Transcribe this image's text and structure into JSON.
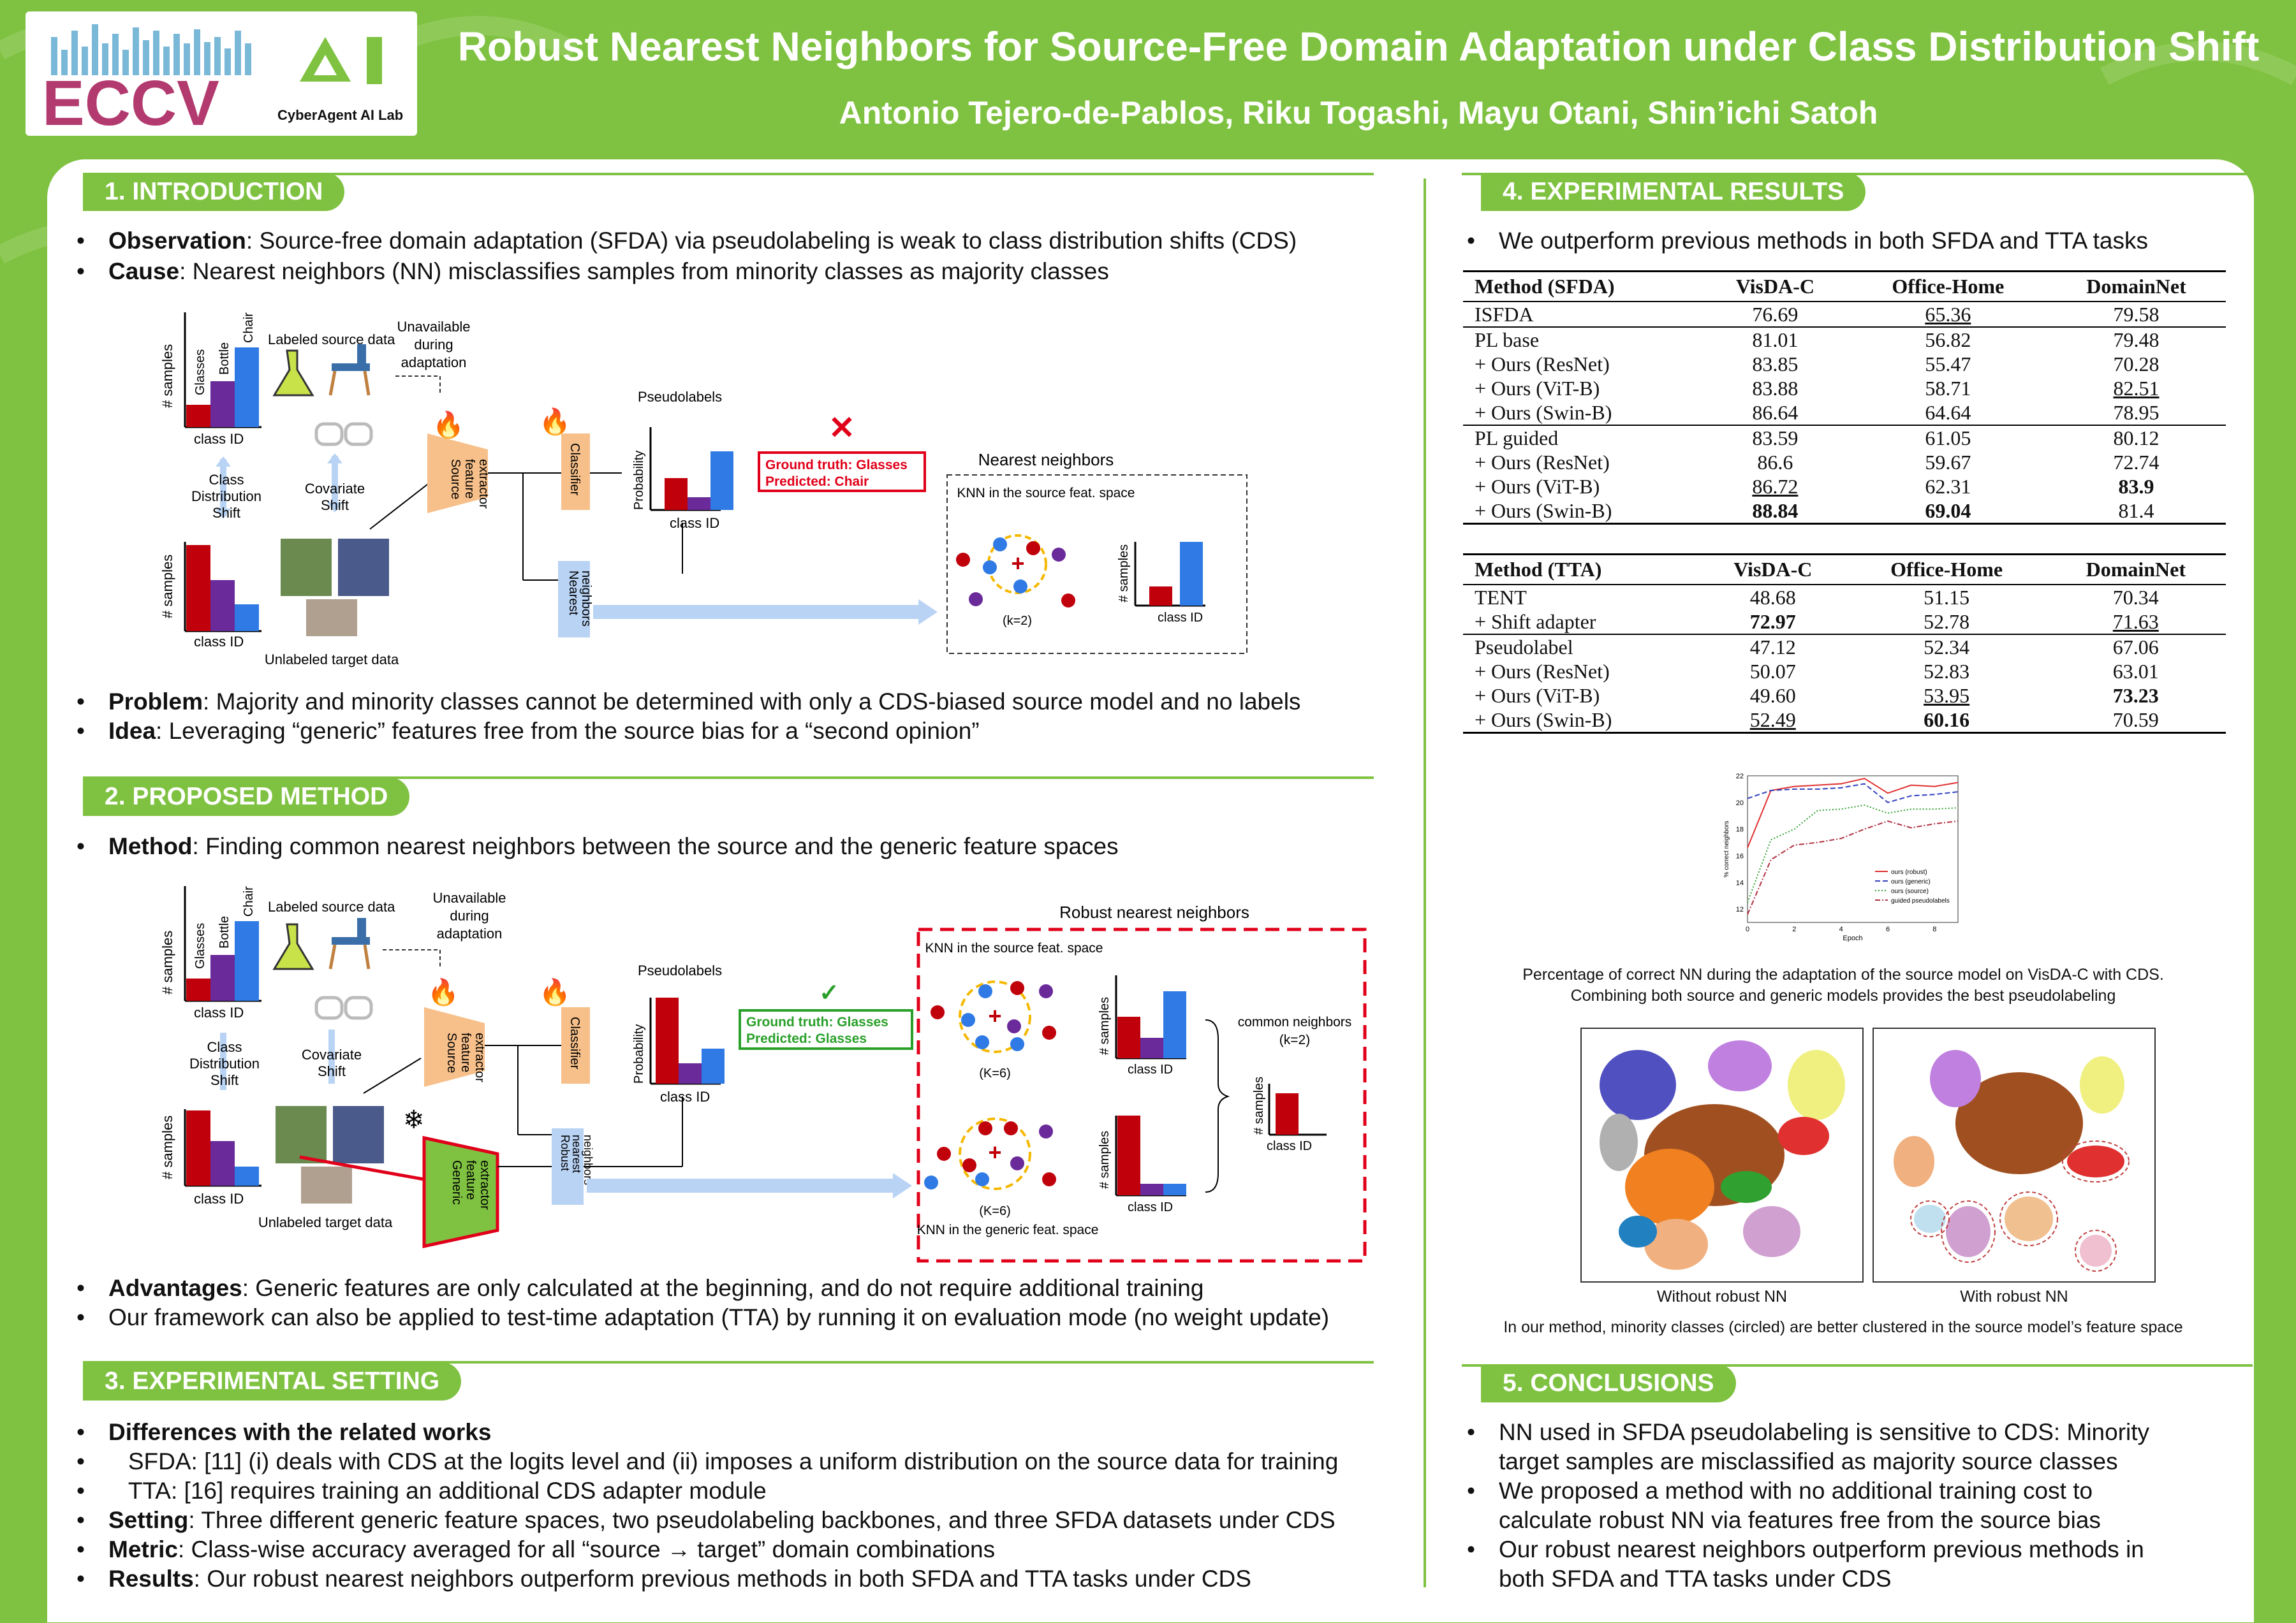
{
  "header": {
    "title": "Robust Nearest Neighbors for Source-Free Domain Adaptation under Class Distribution Shift",
    "authors": "Antonio Tejero-de-Pablos, Riku Togashi, Mayu Otani, Shin’ichi Satoh",
    "logo1": "ECCV",
    "logo2_mark": "AI",
    "logo2_text": "CyberAgent AI Lab"
  },
  "intro": {
    "heading": "1. INTRODUCTION",
    "b1_key": "Observation",
    "b1_text": ": Source-free domain adaptation (SFDA) via pseudolabeling is weak to class distribution shifts (CDS)",
    "b2_key": "Cause",
    "b2_text": ": Nearest neighbors (NN) misclassifies samples from minority classes as majority classes",
    "b3_key": "Problem",
    "b3_text": ": Majority and minority classes cannot be determined with only a CDS-biased source model and no labels",
    "b4_key": "Idea",
    "b4_text": ": Leveraging “generic” features free from the source bias for a “second opinion”"
  },
  "fig1": {
    "samples": "# samples",
    "classid": "class ID",
    "glasses": "Glasses",
    "bottle": "Bottle",
    "chair": "Chair",
    "labeled": "Labeled source data",
    "unavail1": "Unavailable",
    "unavail2": "during",
    "unavail3": "adaptation",
    "cds1": "Class",
    "cds2": "Distribution",
    "cds3": "Shift",
    "cov1": "Covariate",
    "cov2": "Shift",
    "unlabeled": "Unlabeled target data",
    "sfe1": "Source",
    "sfe2": "feature",
    "sfe3": "extractor",
    "classifier": "Classifier",
    "nn1": "Nearest",
    "nn2": "neighbors",
    "pseudolabels": "Pseudolabels",
    "probability": "Probability",
    "gt": "Ground truth: Glasses",
    "pred": "Predicted: Chair",
    "nntitle": "Nearest neighbors",
    "knn": "KNN in the source feat. space",
    "k": "(k=2)",
    "cross": "✕"
  },
  "method": {
    "heading": "2. PROPOSED METHOD",
    "b1_key": "Method",
    "b1_text": ": Finding common nearest neighbors between the source and the generic feature spaces",
    "b2_key": "Advantages",
    "b2_text": ": Generic features are only calculated at the beginning, and do not require additional training",
    "b3_text": "Our framework can also be applied to test-time adaptation (TTA) by running it on evaluation mode (no weight update)"
  },
  "fig2": {
    "gfe1": "Generic",
    "gfe2": "feature",
    "gfe3": "extractor",
    "rnn1": "Robust",
    "rnn2": "nearest",
    "rnn3": "neighbors",
    "gt": "Ground truth: Glasses",
    "pred": "Predicted: Glasses",
    "check": "✓",
    "rtitle": "Robust nearest neighbors",
    "knn_src": "KNN in the source feat. space",
    "knn_gen": "KNN in the generic feat. space",
    "k6": "(K=6)",
    "common1": "common neighbors",
    "common2": "(k=2)"
  },
  "setting": {
    "heading": "3. EXPERIMENTAL SETTING",
    "b1": "Differences with the related works",
    "b2": "SFDA: [11] (i) deals with CDS at the logits level and (ii) imposes a uniform distribution on the source data for training",
    "b3": "TTA: [16] requires training an additional CDS adapter module",
    "b4_key": "Setting",
    "b4_text": ": Three different generic feature spaces, two pseudolabeling backbones, and three SFDA datasets under CDS",
    "b5_key": "Metric",
    "b5_text": ": Class-wise accuracy averaged for all “source → target” domain combinations",
    "b6_key": "Results",
    "b6_text": ": Our robust nearest neighbors outperform previous methods in both SFDA and TTA tasks under CDS"
  },
  "results": {
    "heading": "4. EXPERIMENTAL RESULTS",
    "b1": "We outperform previous methods in both SFDA and TTA tasks",
    "t1": {
      "h0": "Method",
      "h0b": "(SFDA)",
      "h1": "VisDA-C",
      "h2": "Office-Home",
      "h3": "DomainNet",
      "rows": [
        [
          "ISFDA",
          "76.69",
          "65.36",
          "79.58"
        ],
        [
          "PL base",
          "81.01",
          "56.82",
          "79.48"
        ],
        [
          "+ Ours (ResNet)",
          "83.85",
          "55.47",
          "70.28"
        ],
        [
          "+ Ours (ViT-B)",
          "83.88",
          "58.71",
          "82.51"
        ],
        [
          "+ Ours (Swin-B)",
          "86.64",
          "64.64",
          "78.95"
        ],
        [
          "PL guided",
          "83.59",
          "61.05",
          "80.12"
        ],
        [
          "+ Ours (ResNet)",
          "86.6",
          "59.67",
          "72.74"
        ],
        [
          "+ Ours (ViT-B)",
          "86.72",
          "62.31",
          "83.9"
        ],
        [
          "+ Ours (Swin-B)",
          "88.84",
          "69.04",
          "81.4"
        ]
      ]
    },
    "t2": {
      "h0": "Method",
      "h0b": "(TTA)",
      "h1": "VisDA-C",
      "h2": "Office-Home",
      "h3": "DomainNet",
      "rows": [
        [
          "TENT",
          "48.68",
          "51.15",
          "70.34"
        ],
        [
          "+ Shift adapter",
          "72.97",
          "52.78",
          "71.63"
        ],
        [
          "Pseudolabel",
          "47.12",
          "52.34",
          "67.06"
        ],
        [
          "+ Ours (ResNet)",
          "50.07",
          "52.83",
          "63.01"
        ],
        [
          "+ Ours (ViT-B)",
          "49.60",
          "53.95",
          "73.23"
        ],
        [
          "+ Ours (Swin-B)",
          "52.49",
          "60.16",
          "70.59"
        ]
      ]
    },
    "cap1a": "Percentage of correct NN during the adaptation of the source model on VisDA-C with CDS.",
    "cap1b": "Combining both source and generic models provides the best pseudolabeling",
    "tsne1": "Without robust NN",
    "tsne2": "With robust NN",
    "cap2": "In our method, minority classes (circled) are better clustered in the source model’s feature space"
  },
  "chart_data": {
    "type": "line",
    "x": [
      0,
      1,
      2,
      3,
      4,
      5,
      6,
      7,
      8,
      9
    ],
    "xlabel": "Epoch",
    "ylabel": "% correct neighbors",
    "ylim": [
      11,
      22
    ],
    "yticks": [
      12,
      14,
      16,
      18,
      20,
      22
    ],
    "xticks": [
      0,
      2,
      4,
      6,
      8
    ],
    "series": [
      {
        "name": "ours (robust)",
        "color": "#e03030",
        "style": "solid",
        "values": [
          16.6,
          20.9,
          21.2,
          21.3,
          21.4,
          21.8,
          20.7,
          21.3,
          21.2,
          21.5
        ]
      },
      {
        "name": "ours (generic)",
        "color": "#3040c0",
        "style": "dashed",
        "values": [
          20.3,
          20.9,
          21.0,
          21.0,
          21.1,
          21.4,
          20.0,
          20.5,
          20.6,
          20.8
        ]
      },
      {
        "name": "ours (source)",
        "color": "#30a030",
        "style": "dotted",
        "values": [
          12.5,
          17.2,
          18.0,
          19.4,
          19.5,
          19.8,
          19.2,
          19.5,
          19.5,
          19.6
        ]
      },
      {
        "name": "guided pseudolabels",
        "color": "#b03040",
        "style": "dashdot",
        "values": [
          11.6,
          15.7,
          16.8,
          17.0,
          17.3,
          18.0,
          18.6,
          18.1,
          18.4,
          18.6
        ]
      }
    ]
  },
  "conclusions": {
    "heading": "5. CONCLUSIONS",
    "l1": "NN used in SFDA pseudolabeling is sensitive to CDS: Minority",
    "l2": "target samples are misclassified as majority source classes",
    "l3": "We proposed a method with no additional training cost to",
    "l4": "calculate robust NN via features free from the source bias",
    "l5": "Our robust nearest neighbors outperform previous methods in",
    "l6": "both SFDA and TTA tasks under CDS"
  },
  "colors": {
    "green": "#7fc241",
    "red": "#c0000a",
    "purple": "#6a2a9a",
    "blue": "#2f7ae5",
    "orange": "#f7c08a",
    "lightblue": "#b9d3f5"
  }
}
